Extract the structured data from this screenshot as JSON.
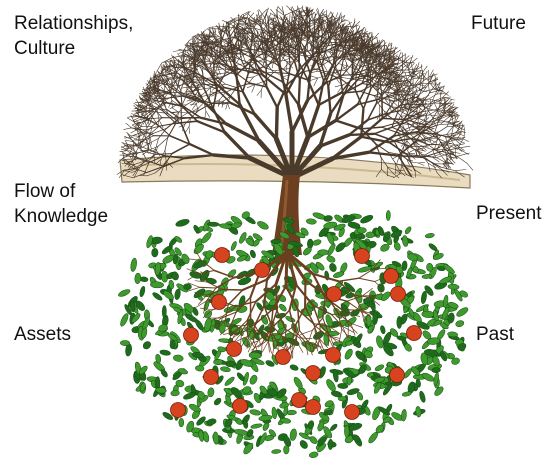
{
  "labels": {
    "left_top": "Relationships,\nCulture",
    "left_middle": "Flow of\nKnowledge",
    "left_bottom": "Assets",
    "right_top": "Future",
    "right_middle": "Present",
    "right_bottom": "Past"
  },
  "colors": {
    "branches": "#4a3a2c",
    "trunk": "#6b3f1f",
    "ground": "#e9dcc0",
    "leaves": "#3f9a2e",
    "leaves_dark": "#1f6b1c",
    "fruit": "#d8431f"
  },
  "icons": {
    "illustration": "tree-with-fruiting-roots-illustration"
  }
}
